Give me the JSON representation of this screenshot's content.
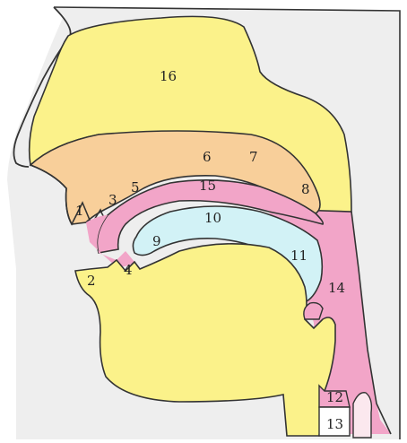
{
  "diagram": {
    "labels": {
      "l1": "1",
      "l2": "2",
      "l3": "3",
      "l4": "4",
      "l5": "5",
      "l6": "6",
      "l7": "7",
      "l8": "8",
      "l9": "9",
      "l10": "10",
      "l11": "11",
      "l12": "12",
      "l13": "13",
      "l14": "14",
      "l15": "15",
      "l16": "16"
    },
    "colors": {
      "outline": "#333333",
      "face_background": "#eeeeee",
      "yellow_region": "#fbf28a",
      "orange_region": "#f8cf9a",
      "pink_region": "#f2a5c8",
      "blue_region": "#d2f2f6",
      "white_region": "#ffffff"
    }
  }
}
